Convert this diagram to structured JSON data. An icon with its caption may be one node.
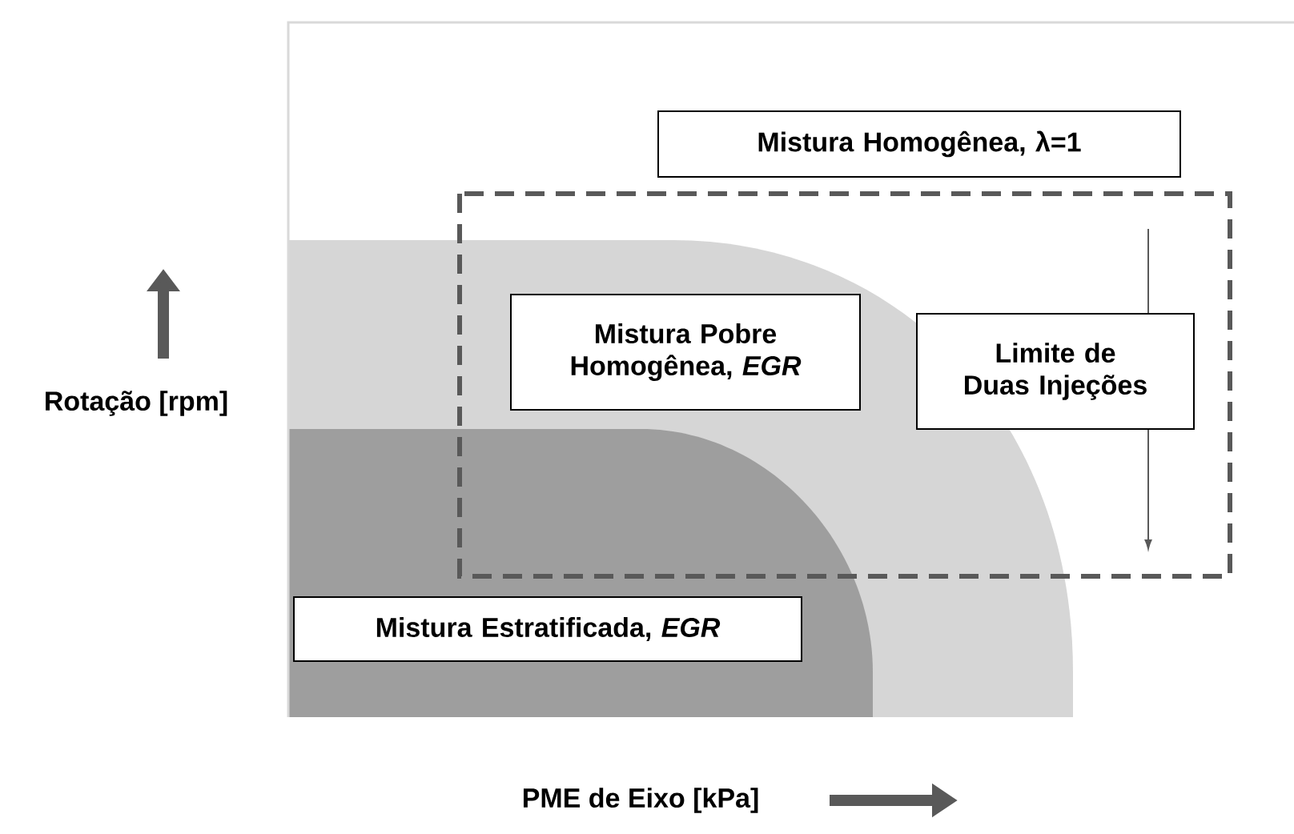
{
  "diagram": {
    "nodes": [
      {
        "text": [
          "Mistura Homogênea, λ=1"
        ]
      },
      {
        "text": [
          "Mistura Pobre Homogênea, *EGR*"
        ]
      },
      {
        "text": [
          "Limite de Duas Injeções"
        ]
      },
      {
        "text": [
          "Mistura Estratificada, *EGR*"
        ]
      }
    ],
    "labels": [
      "Rotação [rpm]",
      "PME de Eixo [kPa]"
    ]
  }
}
